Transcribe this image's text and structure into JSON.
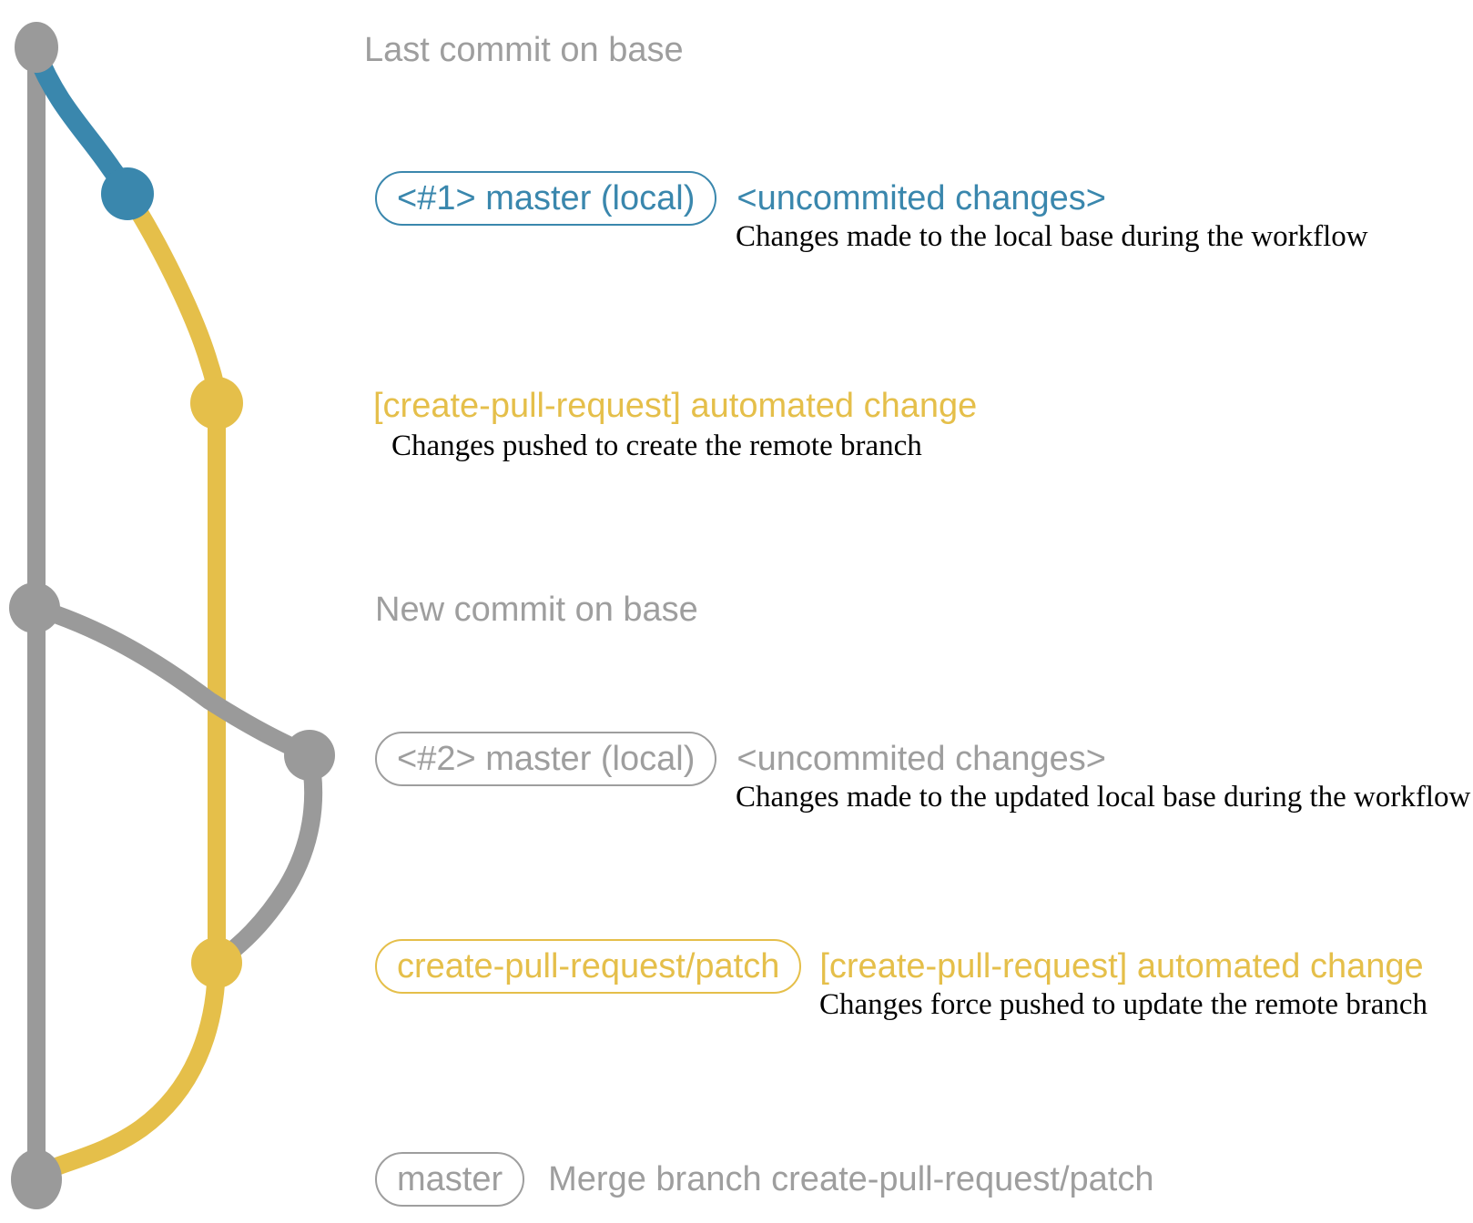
{
  "colors": {
    "gray": "#9a9a9a",
    "gray_text": "#9e9e9e",
    "blue": "#3a87ad",
    "yellow": "#e5bf4a",
    "desc_text": "#000000"
  },
  "graph": {
    "base_branch": "master (base)",
    "commits": [
      {
        "id": "last-commit-on-base",
        "color": "gray"
      },
      {
        "id": "local-commit-1",
        "color": "blue"
      },
      {
        "id": "remote-patch-commit-1",
        "color": "yellow"
      },
      {
        "id": "new-commit-on-base",
        "color": "gray"
      },
      {
        "id": "local-commit-2",
        "color": "gray"
      },
      {
        "id": "remote-patch-commit-2",
        "color": "yellow"
      },
      {
        "id": "merge-commit",
        "color": "gray"
      }
    ]
  },
  "annotations": {
    "row_last_commit": {
      "text": "Last commit on base"
    },
    "row_local1": {
      "badge": "<#1> master (local)",
      "title": "<uncommited changes>",
      "desc": "Changes made to the local base during the workflow"
    },
    "row_push1": {
      "title": "[create-pull-request] automated change",
      "desc": "Changes pushed to create the remote branch"
    },
    "row_new_commit": {
      "text": "New commit on base"
    },
    "row_local2": {
      "badge": "<#2> master (local)",
      "title": "<uncommited changes>",
      "desc": "Changes made to the updated local base during the workflow"
    },
    "row_push2": {
      "badge": "create-pull-request/patch",
      "title": "[create-pull-request] automated change",
      "desc": "Changes force pushed to update the remote branch"
    },
    "row_merge": {
      "badge": "master",
      "title": "Merge branch create-pull-request/patch"
    }
  }
}
